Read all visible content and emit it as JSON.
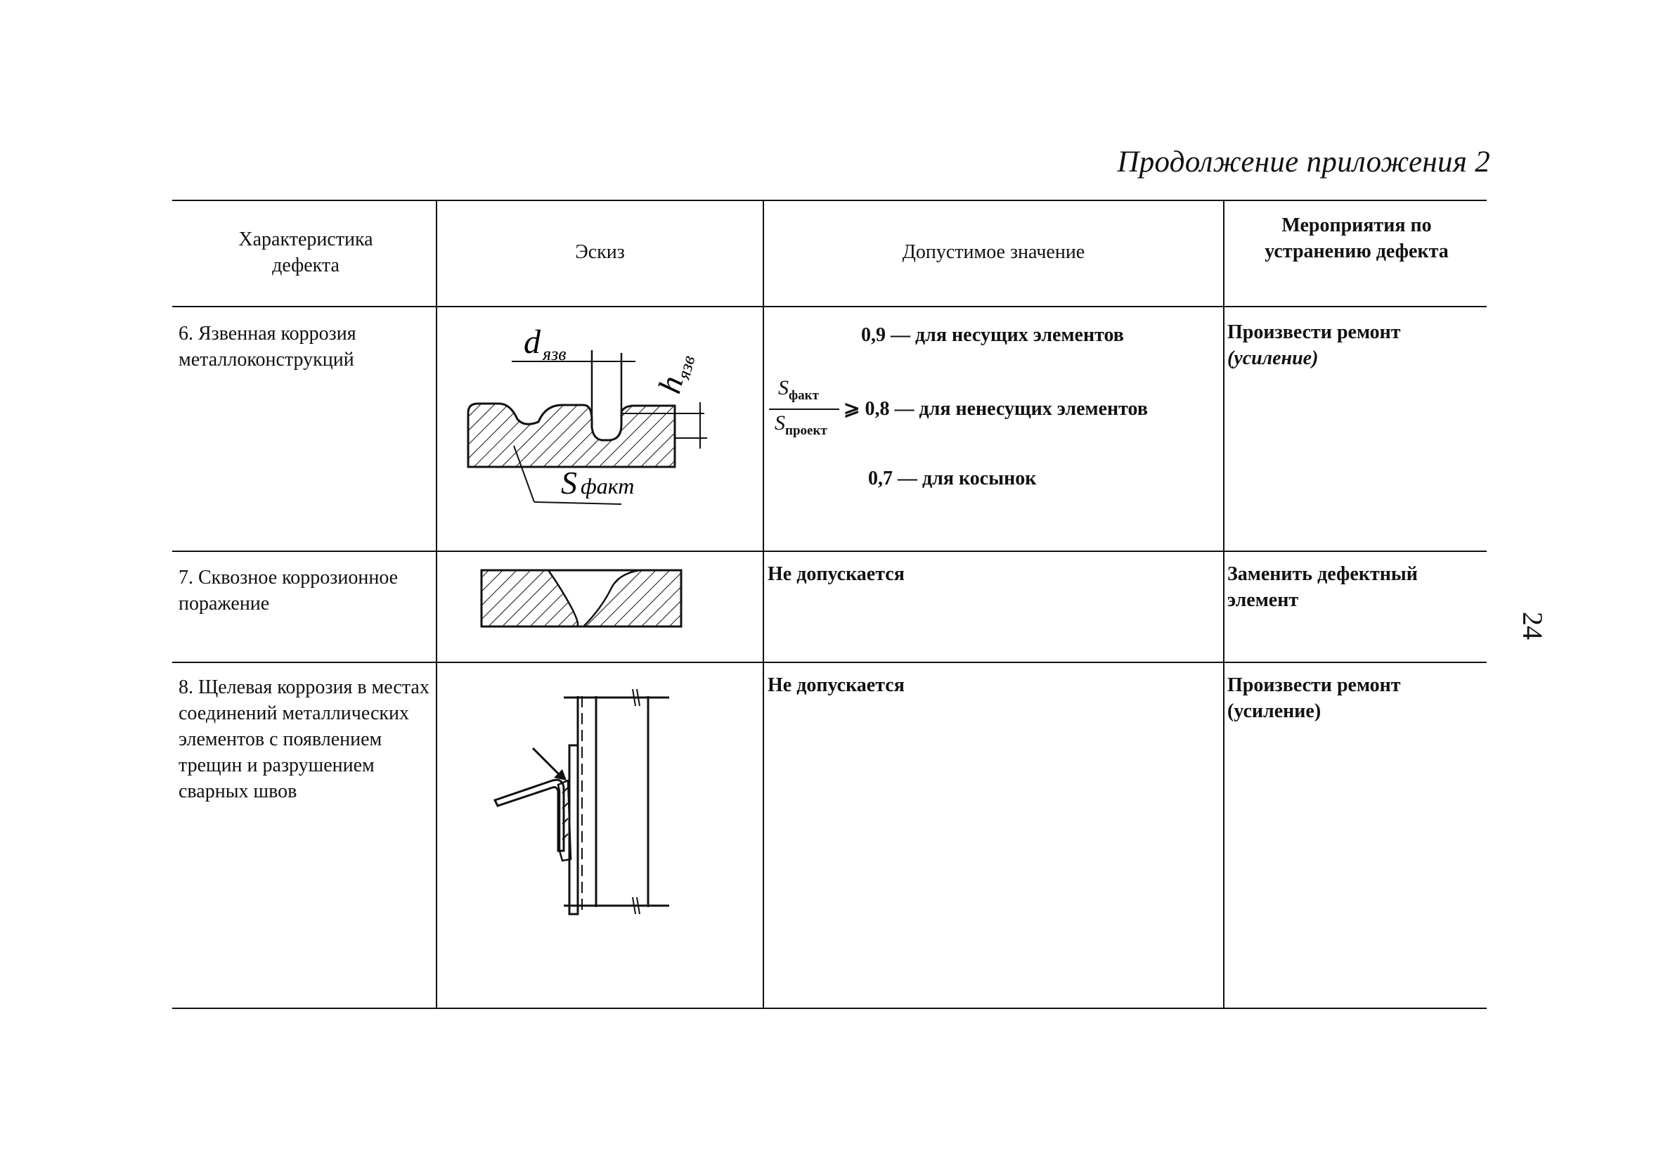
{
  "caption": "Продолжение приложения 2",
  "page_number": "24",
  "headers": {
    "characteristic": "Характеристика дефекта",
    "sketch": "Эскиз",
    "allowable": "Допустимое значение",
    "measures": "Мероприятия по устранению дефекта"
  },
  "rows": [
    {
      "characteristic": "6. Язвенная коррозия металлоконструкций",
      "sketch_labels": {
        "d": "d",
        "d_sub": "язв",
        "h": "h",
        "h_sub": "язв",
        "s": "S",
        "s_sub": "факт"
      },
      "allowable": {
        "line1": "0,9 — для несущих элементов",
        "frac_num": "S",
        "frac_num_sub": "факт",
        "frac_den": "S",
        "frac_den_sub": "проект",
        "line2": "⩾ 0,8 — для ненесущих элементов",
        "line3": "0,7 — для косынок"
      },
      "measures": {
        "main": "Произвести ремонт",
        "note": "(усиление)"
      }
    },
    {
      "characteristic": "7. Сквозное коррозионное поражение",
      "allowable": "Не допускается",
      "measures": {
        "main": "Заменить дефектный элемент"
      }
    },
    {
      "characteristic": "8. Щелевая коррозия в местах соединений металлических элементов с появлением трещин и разрушением сварных швов",
      "allowable": "Не допускается",
      "measures": {
        "main": "Произвести ремонт",
        "note": "(усиление)"
      }
    }
  ]
}
